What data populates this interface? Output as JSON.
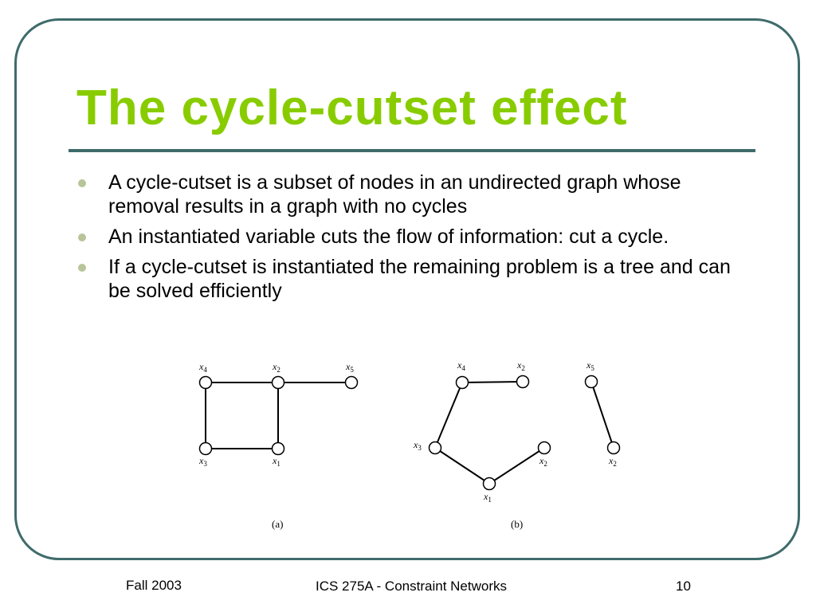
{
  "slide": {
    "title": "The cycle-cutset effect",
    "bullets": [
      "A cycle-cutset is a subset of nodes in an undirected graph whose removal results in a graph with no cycles",
      "An instantiated variable cuts the flow of information: cut a cycle.",
      "If a cycle-cutset is instantiated the remaining problem is a tree and can be solved efficiently"
    ]
  },
  "figure": {
    "panel_a": {
      "caption": "(a)",
      "nodes": [
        {
          "var": "x",
          "sub": "4"
        },
        {
          "var": "x",
          "sub": "2"
        },
        {
          "var": "x",
          "sub": "5"
        },
        {
          "var": "x",
          "sub": "3"
        },
        {
          "var": "x",
          "sub": "1"
        }
      ]
    },
    "panel_b": {
      "caption": "(b)",
      "nodes": [
        {
          "var": "x",
          "sub": "4"
        },
        {
          "var": "x",
          "sub": "2"
        },
        {
          "var": "x",
          "sub": "3"
        },
        {
          "var": "x",
          "sub": "2"
        },
        {
          "var": "x",
          "sub": "1"
        },
        {
          "var": "x",
          "sub": "5"
        },
        {
          "var": "x",
          "sub": "2"
        }
      ]
    }
  },
  "footer": {
    "left": "Fall 2003",
    "center": "ICS 275A - Constraint Networks",
    "right": "10"
  },
  "colors": {
    "title": "#88cc00",
    "frame": "#3f6b6b",
    "bullet": "#b8c59a"
  }
}
